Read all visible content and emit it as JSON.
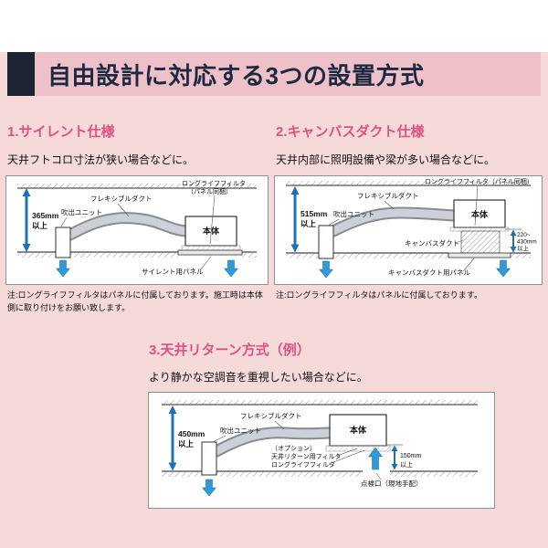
{
  "header": {
    "title": "自由設計に対応する3つの設置方式"
  },
  "section1": {
    "heading": "1.サイレント仕様",
    "description": "天井フトコロ寸法が狭い場合などに。",
    "note": "注:ロングライフフィルタはパネルに付属しております。施工時は本体側に取り付けをお願い致します。",
    "dim_value": "365mm",
    "dim_unit": "以上",
    "label_blowout": "吹出ユニット",
    "label_duct": "フレキシブルダクト",
    "label_body": "本体",
    "label_filter_line1": "ロングライフフィルタ",
    "label_filter_line2": "（パネル同梱）",
    "label_panel": "サイレント用パネル"
  },
  "section2": {
    "heading": "2.キャンバスダクト仕様",
    "description": "天井内部に照明設備や梁が多い場合などに。",
    "note": "注:ロングライフフィルタはパネルに付属しております。",
    "dim_value": "515mm",
    "dim_unit": "以上",
    "label_blowout": "吹出ユニット",
    "label_duct": "フレキシブルダクト",
    "label_body": "本体",
    "label_filter": "ロングライフフィルタ（パネル同梱）",
    "label_canvas": "キャンバスダクト",
    "label_panel": "キャンバスダクト用パネル",
    "dim_right_line1": "220~",
    "dim_right_line2": "430mm",
    "dim_right_line3": "以上"
  },
  "section3": {
    "heading": "3.天井リターン方式（例）",
    "description": "より静かな空調音を重視したい場合などに。",
    "dim_value": "450mm",
    "dim_unit": "以上",
    "label_blowout": "吹出ユニット",
    "label_duct": "フレキシブルダクト",
    "label_body": "本体",
    "label_option": "（オプション）",
    "label_return_filter": "天井リターン用フィルタ",
    "label_longlife": "ロングライフフィルタ",
    "dim_right_value": "150mm",
    "dim_right_unit": "以上",
    "label_inspection": "点検口（現地手配）"
  },
  "colors": {
    "background": "#f6dada",
    "header_band": "#eec0c8",
    "header_square": "#1d2433",
    "header_text": "#1d2940",
    "section_heading": "#e1507e",
    "dimension_blue": "#1c6fb8",
    "airflow_blue": "#2e9ad8"
  }
}
